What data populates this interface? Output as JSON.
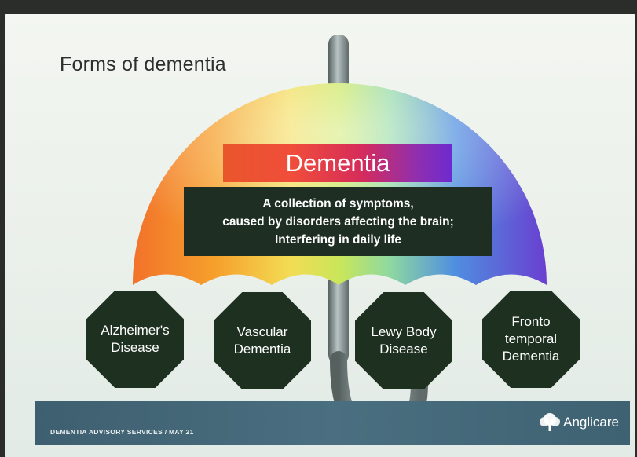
{
  "slide": {
    "title": "Forms of dementia"
  },
  "umbrella": {
    "label": "Dementia",
    "description_lines": [
      "A collection of symptoms,",
      "caused by disorders affecting the brain;",
      "Interfering in daily life"
    ]
  },
  "forms": [
    {
      "lines": [
        "Alzheimer's",
        "Disease"
      ]
    },
    {
      "lines": [
        "Vascular",
        "Dementia"
      ]
    },
    {
      "lines": [
        "Lewy Body",
        "Disease"
      ]
    },
    {
      "lines": [
        "Fronto",
        "temporal",
        "Dementia"
      ]
    }
  ],
  "footer": {
    "text": "DEMENTIA ADVISORY SERVICES / MAY 21",
    "brand": "Anglicare"
  },
  "colors": {
    "background": "#2b2d2b",
    "slide": "#eef3ee",
    "octagon": "#1e3020",
    "desc_box": "#1f2e23",
    "footer": "#467080"
  }
}
